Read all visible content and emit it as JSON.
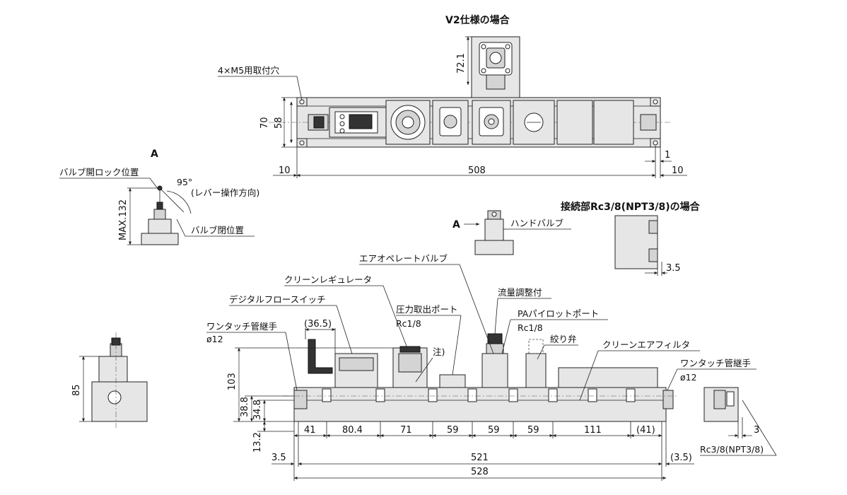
{
  "headings": {
    "v2": "V2仕様の場合",
    "rc38": "接続部Rc3/8(NPT3/8)の場合"
  },
  "view_labels": {
    "a_top": "A",
    "a_arrow": "A"
  },
  "top_view": {
    "label_mount_holes": "4×M5用取付穴",
    "dim_70": "70",
    "dim_58": "58",
    "dim_10_left": "10",
    "dim_508": "508",
    "dim_1": "1",
    "dim_10_right": "10"
  },
  "v2_view": {
    "dim_72_1": "72.1"
  },
  "valve_view": {
    "label_lock": "バルブ開ロック位置",
    "angle": "95°",
    "label_lever": "(レバー操作方向)",
    "dim_max132": "MAX.132",
    "label_closed": "バルブ閉位置"
  },
  "hand_valve_view": {
    "label_hand_valve": "ハンドバルブ"
  },
  "rc_view": {
    "dim_3_5": "3.5"
  },
  "front_view": {
    "labels": {
      "air_operate_valve": "エアオペレートバルブ",
      "clean_regulator": "クリーンレギュレータ",
      "digital_flow_switch": "デジタルフロースイッチ",
      "one_touch_left": "ワンタッチ管継手",
      "one_touch_left_size": "ø12",
      "pressure_port": "圧力取出ポート",
      "pressure_port_size": "Rc1/8",
      "note": "注)",
      "flow_adjust": "流量調整付",
      "pa_pilot_port": "PAパイロットポート",
      "pa_pilot_size": "Rc1/8",
      "throttle_valve": "絞り弁",
      "clean_air_filter": "クリーンエアフィルタ",
      "one_touch_right": "ワンタッチ管継手",
      "one_touch_right_size": "ø12",
      "rc_detail": "Rc3/8(NPT3/8)"
    },
    "dims": {
      "d36_5": "(36.5)",
      "d103": "103",
      "d38_8": "38.8",
      "d34_8": "34.8",
      "d13_2": "13.2",
      "d41": "41",
      "d80_4": "80.4",
      "d71": "71",
      "d59a": "59",
      "d59b": "59",
      "d59c": "59",
      "d111": "111",
      "d41r": "(41)",
      "d3_5l": "3.5",
      "d521": "521",
      "d3_5r": "(3.5)",
      "d528": "528",
      "d3": "3"
    }
  },
  "side_view": {
    "dim_85": "85"
  }
}
